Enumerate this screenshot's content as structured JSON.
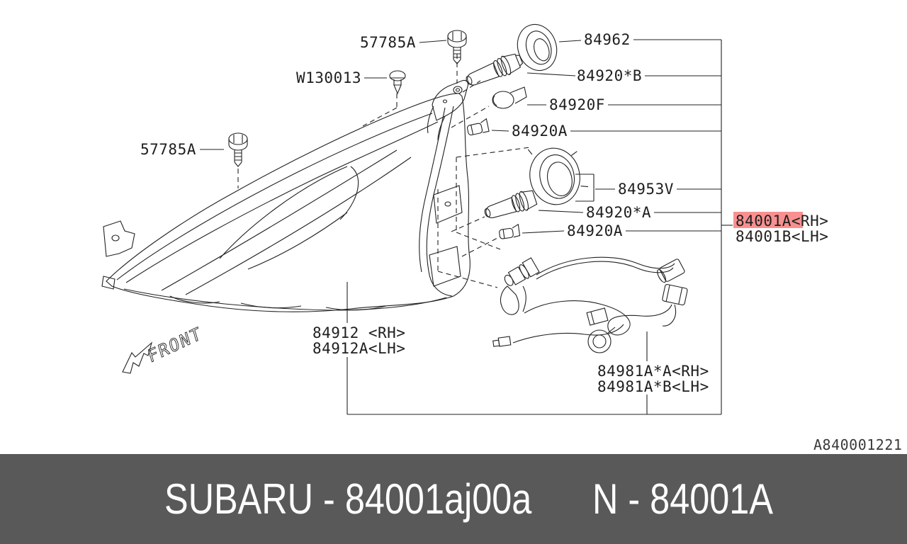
{
  "diagram": {
    "ref_code": "A840001221",
    "front_label": "FRONT",
    "colors": {
      "line": "#222222",
      "highlight": "#f89090",
      "footer_bg": "#59595a",
      "footer_text": "#ffffff",
      "background": "#ffffff"
    },
    "callouts": {
      "screw_top": "57785A",
      "clip": "W130013",
      "screw_left": "57785A",
      "seal_ring": "84962",
      "bulb_high": "84920*B",
      "cap": "84920F",
      "wedge_bulb_top": "84920A",
      "retainer_ring": "84953V",
      "bulb_low": "84920*A",
      "wedge_bulb_bottom": "84920A",
      "lamp_assembly_rh": "84001A<RH>",
      "lamp_assembly_lh": "84001B<LH>",
      "lens_rh": "84912 <RH>",
      "lens_lh": "84912A<LH>",
      "harness_rh": "84981A*A<RH>",
      "harness_lh": "84981A*B<LH>"
    }
  },
  "footer": {
    "brand_part": "SUBARU - 84001aj00a",
    "catalog_number": "N - 84001A"
  }
}
